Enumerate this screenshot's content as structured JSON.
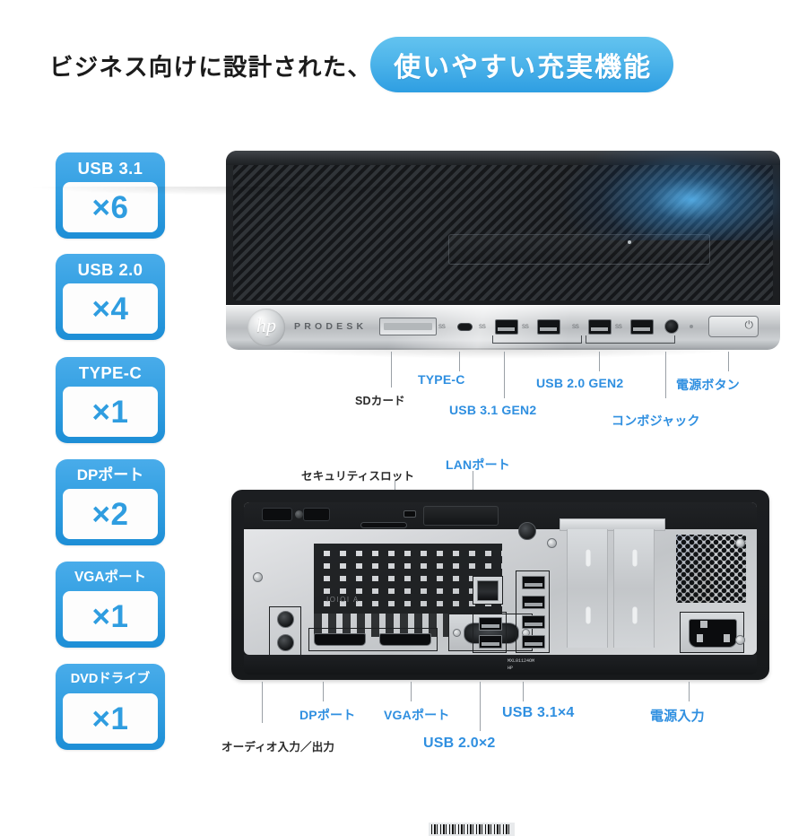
{
  "header": {
    "plain_text": "ビジネス向けに設計された、",
    "pill_text": "使いやすい充実機能",
    "pill_color": "#3da6e6",
    "plain_color": "#1b1b1b"
  },
  "badges": [
    {
      "label": "USB 3.1",
      "count": "×6"
    },
    {
      "label": "USB 2.0",
      "count": "×4"
    },
    {
      "label": "TYPE-C",
      "count": "×1"
    },
    {
      "label": "DPポート",
      "count": "×2"
    },
    {
      "label": "VGAポート",
      "count": "×1"
    },
    {
      "label": "DVDドライブ",
      "count": "×1"
    }
  ],
  "badge_style": {
    "background_color": "#2f9de0",
    "label_color": "#ffffff",
    "count_color": "#2f9de0",
    "inner_box_color": "#fdfdfd"
  },
  "front_unit": {
    "brand": "hp",
    "model_text": "PRODESK",
    "power_icon": "power-icon",
    "ss_marks": [
      "SS←",
      "SS←",
      "SS←",
      "SS←",
      "SS←"
    ],
    "callouts": [
      {
        "name": "sd-card",
        "text": "SDカード",
        "color": "#2a2a2a"
      },
      {
        "name": "type-c",
        "text": "TYPE-C",
        "color": "#2f8fe0"
      },
      {
        "name": "usb-31-gen2",
        "text": "USB 3.1 GEN2",
        "color": "#2f8fe0"
      },
      {
        "name": "usb-20-gen2",
        "text": "USB 2.0 GEN2",
        "color": "#2f8fe0"
      },
      {
        "name": "combo-jack",
        "text": "コンボジャック",
        "color": "#2f8fe0"
      },
      {
        "name": "power-button",
        "text": "電源ボタン",
        "color": "#2f8fe0"
      }
    ]
  },
  "rear_unit": {
    "io_panel_mark": "IOIOI A",
    "barcode_serial_line1": "MXL01124OM",
    "barcode_serial_line2": "HP",
    "callouts_top": [
      {
        "name": "security-slot",
        "text": "セキュリティスロット",
        "color": "#2a2a2a"
      },
      {
        "name": "lan-port",
        "text": "LANポート",
        "color": "#2f8fe0"
      }
    ],
    "callouts_bottom": [
      {
        "name": "audio-in-out",
        "text": "オーディオ入力／出力",
        "color": "#2a2a2a"
      },
      {
        "name": "dp-port",
        "text": "DPポート",
        "color": "#2f8fe0"
      },
      {
        "name": "vga-port",
        "text": "VGAポート",
        "color": "#2f8fe0"
      },
      {
        "name": "usb-20-x2",
        "text": "USB 2.0×2",
        "color": "#2f8fe0"
      },
      {
        "name": "usb-31-x4",
        "text": "USB 3.1×4",
        "color": "#2f8fe0"
      },
      {
        "name": "power-input",
        "text": "電源入力",
        "color": "#2f8fe0"
      }
    ]
  }
}
